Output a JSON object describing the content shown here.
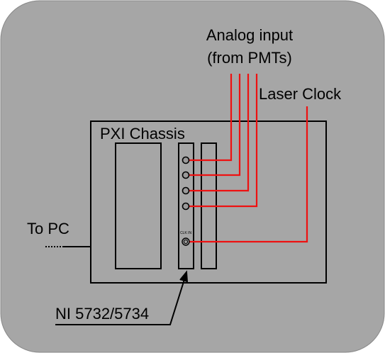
{
  "labels": {
    "analog_input_line1": "Analog input",
    "analog_input_line2": "(from PMTs)",
    "laser_clock": "Laser Clock",
    "chassis": "PXI Chassis",
    "to_pc": "To PC",
    "card": "NI 5732/5734",
    "clk_in": "CLK IN"
  },
  "colors": {
    "background": "#a6a6a6",
    "signal_line": "#ee1111",
    "outline": "#000000"
  }
}
